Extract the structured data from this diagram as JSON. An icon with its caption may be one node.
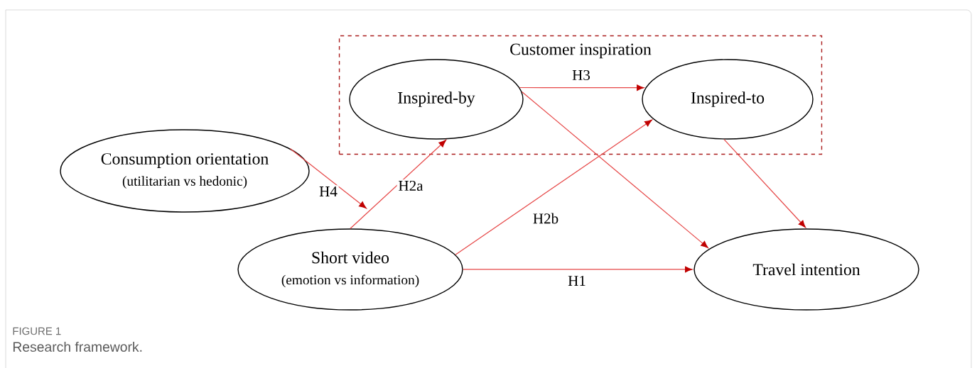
{
  "diagram": {
    "caption": "Research framework.",
    "nodes": [
      {
        "text": [
          "Customer inspiration"
        ]
      },
      {
        "text": [
          "Inspired-by"
        ],
        "in": 0
      },
      {
        "text": [
          "Inspired-to"
        ],
        "in": 0
      },
      {
        "text": [
          "Consumption orientation",
          "(utilitarian vs hedonic)"
        ]
      },
      {
        "text": [
          "Short video",
          "(emotion vs information)"
        ]
      },
      {
        "text": [
          "Travel intention"
        ]
      }
    ],
    "edges": [
      {
        "from": 4,
        "to": 1,
        "arrow": "to",
        "label": "H2a"
      },
      {
        "from": 3,
        "to": null,
        "arrow": "to",
        "label": "H4"
      },
      {
        "from": 1,
        "to": 2,
        "arrow": "to",
        "label": "H3"
      },
      {
        "from": 4,
        "to": 2,
        "arrow": "to",
        "label": "H2b"
      },
      {
        "from": 4,
        "to": 5,
        "arrow": "to",
        "label": "H1"
      },
      {
        "from": 1,
        "to": 5,
        "arrow": "to"
      },
      {
        "from": 2,
        "to": 5,
        "arrow": "to"
      }
    ],
    "labels": [
      "FIGURE 1"
    ]
  }
}
